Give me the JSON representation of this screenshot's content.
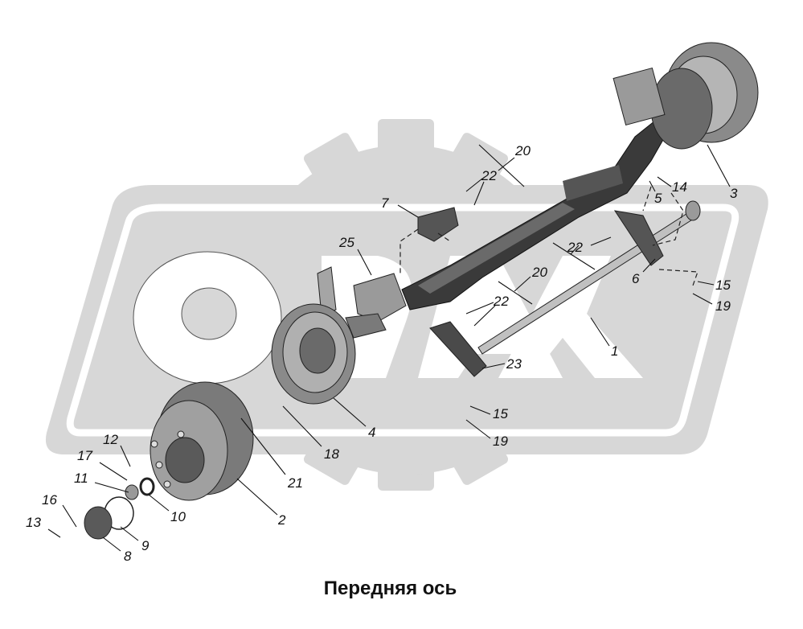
{
  "caption": "Передняя ось",
  "callouts": [
    "1",
    "2",
    "3",
    "4",
    "5",
    "6",
    "7",
    "8",
    "9",
    "10",
    "11",
    "12",
    "13",
    "14",
    "15",
    "15",
    "16",
    "17",
    "18",
    "19",
    "19",
    "20",
    "20",
    "21",
    "22",
    "22",
    "22",
    "23",
    "25"
  ],
  "colors": {
    "watermark": "#d7d7d7",
    "part_dark": "#3a3a3a",
    "part_mid": "#8a8a8a",
    "part_light": "#c6c6c6"
  }
}
